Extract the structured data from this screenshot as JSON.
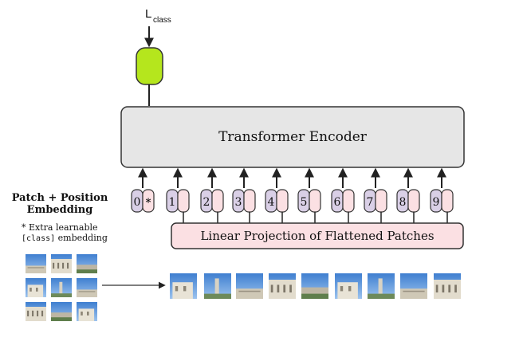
{
  "loss": {
    "main": "L",
    "subscript": "class"
  },
  "encoder": {
    "label": "Transformer Encoder"
  },
  "projection": {
    "label": "Linear Projection of Flattened Patches"
  },
  "embedding": {
    "title_line1": "Patch + Position",
    "title_line2": "Embedding",
    "note_line1": "* Extra learnable",
    "note_code": "[class]",
    "note_suffix": " embedding"
  },
  "tokens": [
    {
      "position": "0",
      "patch": "*"
    },
    {
      "position": "1",
      "patch": ""
    },
    {
      "position": "2",
      "patch": ""
    },
    {
      "position": "3",
      "patch": ""
    },
    {
      "position": "4",
      "patch": ""
    },
    {
      "position": "5",
      "patch": ""
    },
    {
      "position": "6",
      "patch": ""
    },
    {
      "position": "7",
      "patch": ""
    },
    {
      "position": "8",
      "patch": ""
    },
    {
      "position": "9",
      "patch": ""
    }
  ],
  "colors": {
    "mlp_head": "#b5e61d",
    "encoder_fill": "#e6e6e6",
    "position_fill": "#d9cfe6",
    "patch_fill": "#fbe0e3",
    "projection_fill": "#fbe0e3",
    "stroke": "#333333"
  },
  "images": {
    "grid_icon": "image-patch-grid",
    "patch_icon": "image-patch-thumbnail"
  }
}
